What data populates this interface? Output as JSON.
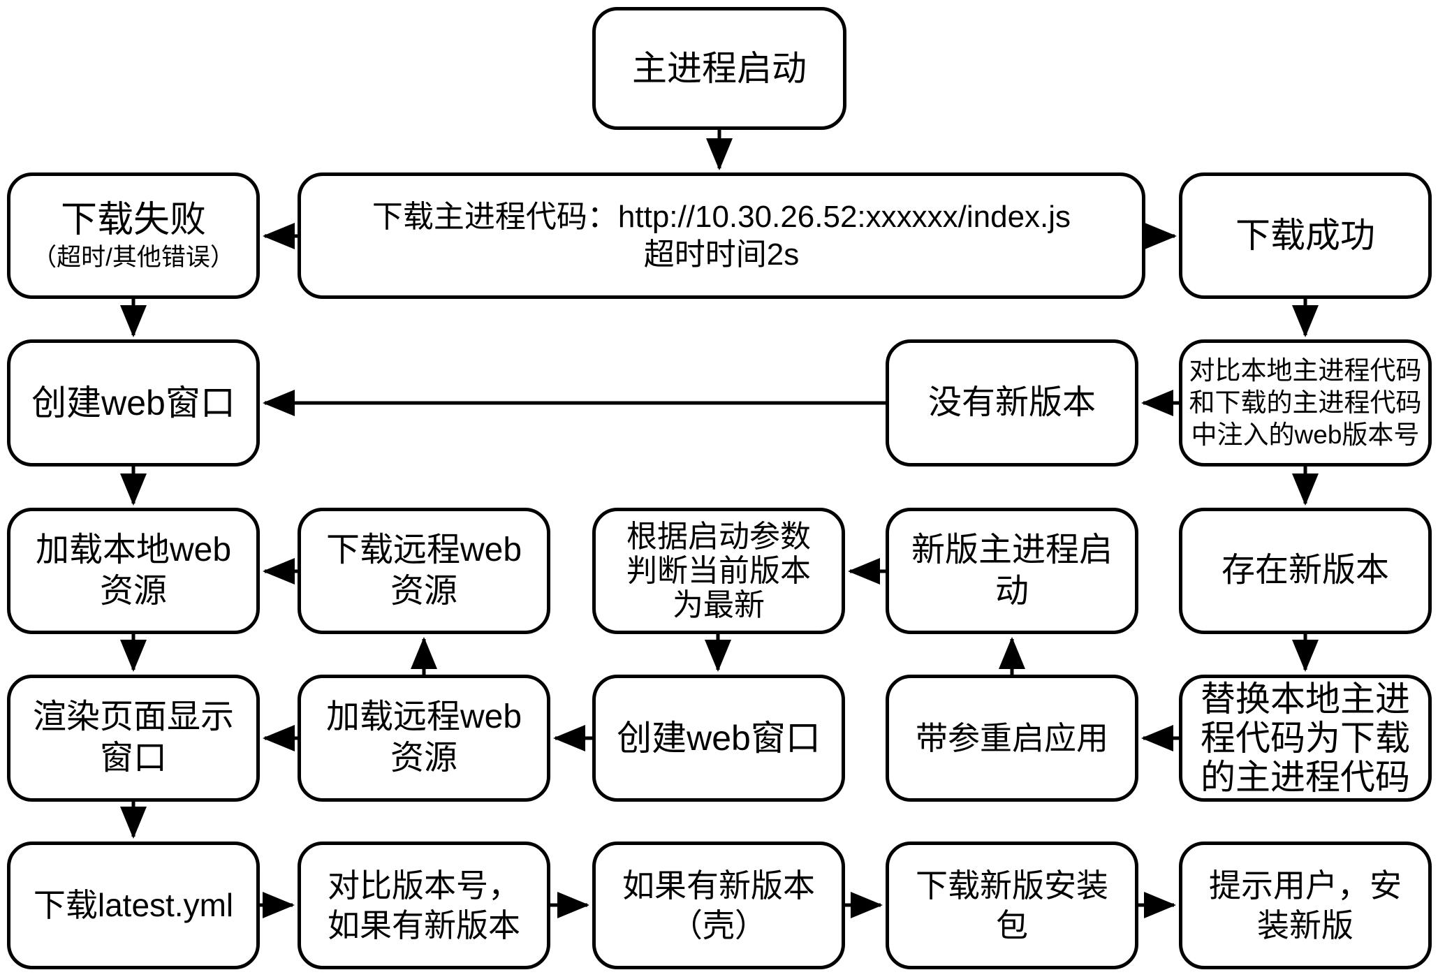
{
  "diagram_type": "flowchart",
  "colors": {
    "border": "#000000",
    "background": "#ffffff",
    "text": "#000000",
    "arrow": "#000000"
  },
  "nodes": {
    "start": {
      "lines": [
        "主进程启动"
      ]
    },
    "download_fail": {
      "lines": [
        "下载失败",
        "（超时/其他错误）"
      ]
    },
    "download_main": {
      "lines": [
        "下载主进程代码：http://10.30.26.52:xxxxxx/index.js",
        "超时时间2s"
      ]
    },
    "download_success": {
      "lines": [
        "下载成功"
      ]
    },
    "create_window_local": {
      "lines": [
        "创建web窗口"
      ]
    },
    "no_new_version": {
      "lines": [
        "没有新版本"
      ]
    },
    "compare_version": {
      "lines": [
        "对比本地主进程代码",
        "和下载的主进程代码",
        "中注入的web版本号"
      ]
    },
    "load_local_web": {
      "lines": [
        "加载本地web",
        "资源"
      ]
    },
    "download_remote_web": {
      "lines": [
        "下载远程web",
        "资源"
      ]
    },
    "judge_latest": {
      "lines": [
        "根据启动参数",
        "判断当前版本",
        "为最新"
      ]
    },
    "new_main_start": {
      "lines": [
        "新版主进程启",
        "动"
      ]
    },
    "has_new_version": {
      "lines": [
        "存在新版本"
      ]
    },
    "render_page": {
      "lines": [
        "渲染页面显示",
        "窗口"
      ]
    },
    "load_remote_web": {
      "lines": [
        "加载远程web",
        "资源"
      ]
    },
    "create_window_new": {
      "lines": [
        "创建web窗口"
      ]
    },
    "restart_with_args": {
      "lines": [
        "带参重启应用"
      ]
    },
    "replace_local_code": {
      "lines": [
        "替换本地主进",
        "程代码为下载",
        "的主进程代码"
      ]
    },
    "download_latest_yml": {
      "lines": [
        "下载latest.yml"
      ]
    },
    "compare_version_number": {
      "lines": [
        "对比版本号，",
        "如果有新版本"
      ]
    },
    "if_new_shell": {
      "lines": [
        "如果有新版本",
        "（壳）"
      ]
    },
    "download_installer": {
      "lines": [
        "下载新版安装",
        "包"
      ]
    },
    "prompt_install": {
      "lines": [
        "提示用户，安",
        "装新版"
      ]
    }
  },
  "edges": [
    {
      "from": "start",
      "to": "download_main"
    },
    {
      "from": "download_main",
      "to": "download_fail"
    },
    {
      "from": "download_main",
      "to": "download_success"
    },
    {
      "from": "download_fail",
      "to": "create_window_local"
    },
    {
      "from": "download_success",
      "to": "compare_version"
    },
    {
      "from": "compare_version",
      "to": "no_new_version"
    },
    {
      "from": "no_new_version",
      "to": "create_window_local"
    },
    {
      "from": "create_window_local",
      "to": "load_local_web"
    },
    {
      "from": "compare_version",
      "to": "has_new_version"
    },
    {
      "from": "download_remote_web",
      "to": "load_local_web"
    },
    {
      "from": "new_main_start",
      "to": "judge_latest"
    },
    {
      "from": "has_new_version",
      "to": "replace_local_code"
    },
    {
      "from": "replace_local_code",
      "to": "restart_with_args"
    },
    {
      "from": "restart_with_args",
      "to": "new_main_start"
    },
    {
      "from": "judge_latest",
      "to": "create_window_new"
    },
    {
      "from": "create_window_new",
      "to": "load_remote_web"
    },
    {
      "from": "load_remote_web",
      "to": "download_remote_web"
    },
    {
      "from": "load_remote_web",
      "to": "render_page"
    },
    {
      "from": "load_local_web",
      "to": "render_page"
    },
    {
      "from": "render_page",
      "to": "download_latest_yml"
    },
    {
      "from": "download_latest_yml",
      "to": "compare_version_number"
    },
    {
      "from": "compare_version_number",
      "to": "if_new_shell"
    },
    {
      "from": "if_new_shell",
      "to": "download_installer"
    },
    {
      "from": "download_installer",
      "to": "prompt_install"
    }
  ]
}
